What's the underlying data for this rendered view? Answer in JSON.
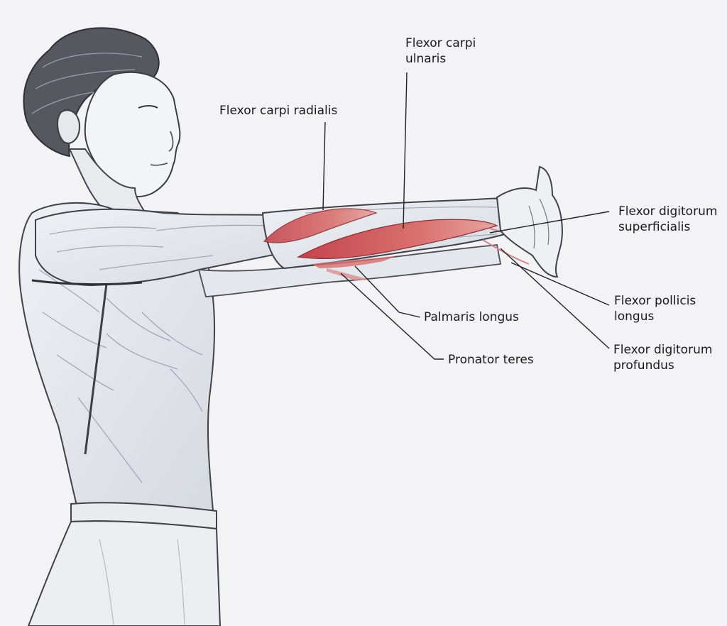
{
  "labels": {
    "flexor_carpi_ulnaris": [
      "Flexor carpi",
      "ulnaris"
    ],
    "flexor_carpi_radialis": "Flexor carpi radialis",
    "flexor_digitorum_superficialis": [
      "Flexor digitorum",
      "superficialis"
    ],
    "flexor_pollicis_longus": [
      "Flexor pollicis",
      "longus"
    ],
    "palmaris_longus": "Palmaris longus",
    "flexor_digitorum_profundus": [
      "Flexor digitorum",
      "profundus"
    ],
    "pronator_teres": "Pronator teres"
  },
  "colors": {
    "background": "#f3f2f4",
    "skin_outline": "#4a4a50",
    "muscle_shading": "#9ea4ad",
    "highlight_muscle": "#c9545a",
    "leader_line": "#222222"
  }
}
